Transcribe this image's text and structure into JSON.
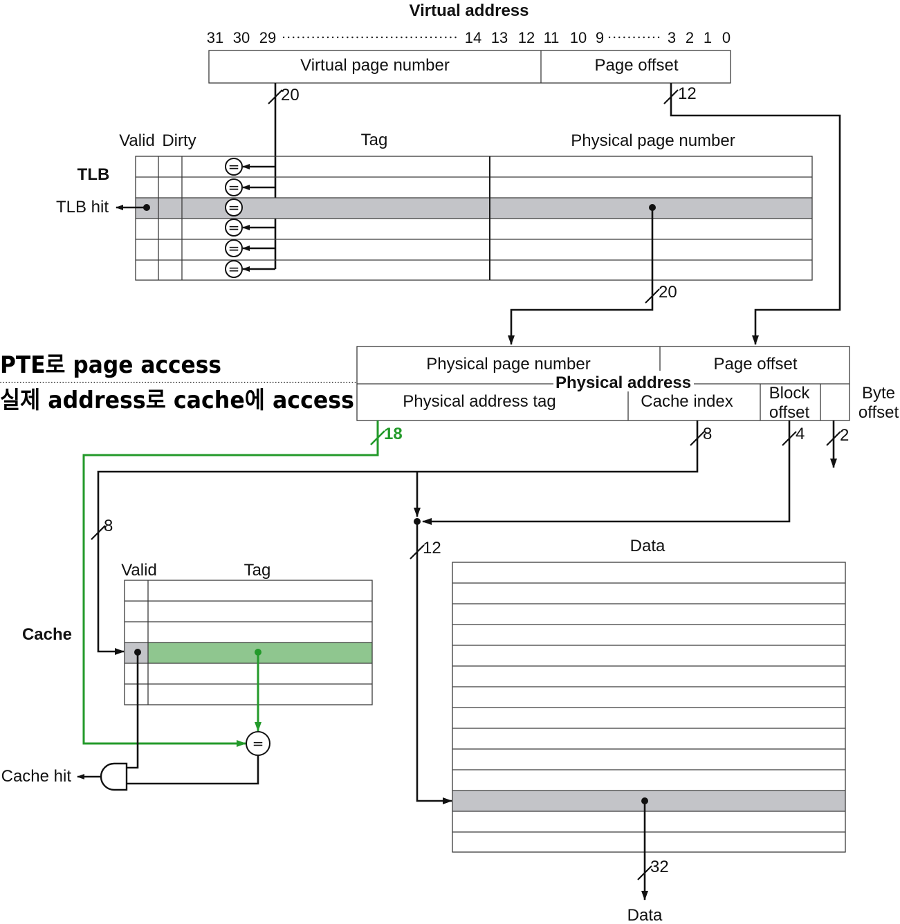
{
  "colors": {
    "highlight_gray": "#c3c4c8",
    "green_wire": "#239a2a",
    "green_row": "#8fc68f"
  },
  "virtual_address": {
    "title": "Virtual address",
    "bit_labels": [
      "31",
      "30",
      "29",
      "14",
      "13",
      "12",
      "11",
      "10",
      "9",
      "3",
      "2",
      "1",
      "0"
    ],
    "vpn": "Virtual page number",
    "page_offset": "Page offset"
  },
  "bus_widths": {
    "vpn": "20",
    "page_offset": "12",
    "ppn": "20",
    "pa_tag": "18",
    "cache_index": "8",
    "block_offset": "4",
    "byte_offset": "2",
    "cache_index_to_tag_array": "8",
    "data_array_index": "12",
    "data_out": "32"
  },
  "tlb": {
    "label": "TLB",
    "hit_label": "TLB hit",
    "columns": {
      "valid": "Valid",
      "dirty": "Dirty",
      "tag": "Tag",
      "ppn": "Physical page number"
    },
    "comparator_symbol": "="
  },
  "physical_address": {
    "title": "Physical address",
    "ppn": "Physical page number",
    "page_offset": "Page offset",
    "tag": "Physical address tag",
    "cache_index": "Cache index",
    "block_offset": [
      "Block",
      "offset"
    ],
    "byte_offset": [
      "Byte",
      "offset"
    ]
  },
  "annotations": {
    "line1": "PTE로 page access",
    "line2": "실제 address로 cache에 access"
  },
  "cache": {
    "label": "Cache",
    "columns": {
      "valid": "Valid",
      "tag": "Tag"
    },
    "comparator_symbol": "=",
    "hit_label": "Cache hit"
  },
  "data_array": {
    "header": "Data",
    "output_label": "Data"
  }
}
